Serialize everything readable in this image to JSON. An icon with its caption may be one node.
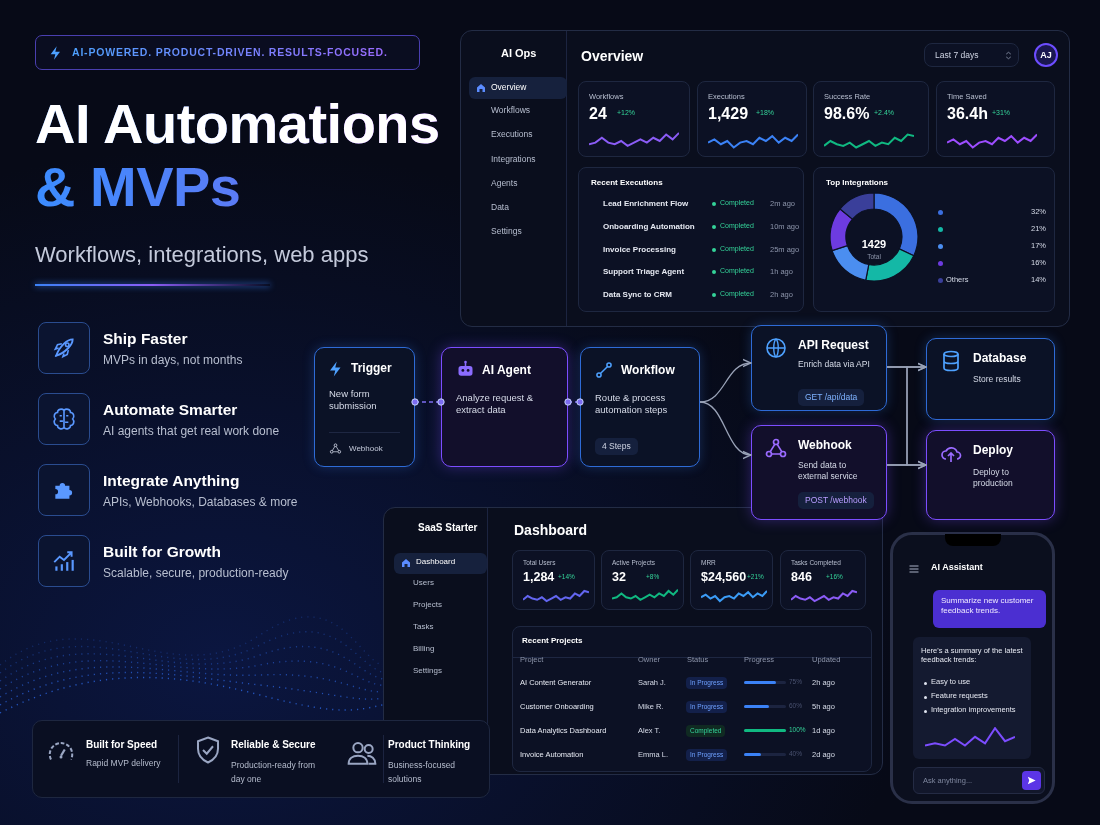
{
  "diagram": {
    "title": "AI Automations & MVPs",
    "nodes": [
      {
        "text": [
          "AI-POWERED. PRODUCT-DRIVEN. RESULTS-FOCUSED."
        ]
      },
      {
        "text": [
          "AI Ops",
          "Overview"
        ]
      },
      {
        "text": [
          "Overview"
        ],
        "in": 1
      },
      {
        "text": [
          "Last 7 days"
        ],
        "in": 1
      },
      {
        "text": [
          "AJ"
        ],
        "in": 1
      },
      {
        "text": [
          "Workflows",
          "24",
          "+12%"
        ],
        "in": 1
      },
      {
        "text": [
          "Executions",
          "1,429",
          "+18%"
        ],
        "in": 1
      },
      {
        "text": [
          "Success Rate",
          "98.6%",
          "+2.4%"
        ],
        "in": 1
      },
      {
        "text": [
          "Time Saved",
          "36.4h",
          "+31%"
        ],
        "in": 1
      },
      {
        "text": [
          "Recent Executions"
        ],
        "in": 1
      },
      {
        "text": [
          "Top Integrations"
        ],
        "in": 1
      },
      {
        "text": [
          "Trigger",
          "New form submission",
          "Webhook"
        ]
      },
      {
        "text": [
          "AI Agent",
          "Analyze request & extract data"
        ]
      },
      {
        "text": [
          "Workflow",
          "Route & process automation steps",
          "4 Steps"
        ]
      },
      {
        "text": [
          "API Request",
          "Enrich data via API",
          "GET /api/data"
        ]
      },
      {
        "text": [
          "Webhook",
          "Send data to external service",
          "POST /webhook"
        ]
      },
      {
        "text": [
          "Database",
          "Store results"
        ]
      },
      {
        "text": [
          "Deploy",
          "Deploy to production"
        ]
      },
      {
        "text": [
          "SaaS Starter",
          "Dashboard"
        ]
      },
      {
        "text": [
          "Dashboard"
        ],
        "in": 18
      },
      {
        "text": [
          "Total Users",
          "1,284",
          "+14%"
        ],
        "in": 18
      },
      {
        "text": [
          "Active Projects",
          "32",
          "+8%"
        ],
        "in": 18
      },
      {
        "text": [
          "MRR",
          "$24,560",
          "+21%"
        ],
        "in": 18
      },
      {
        "text": [
          "Tasks Completed",
          "846",
          "+16%"
        ],
        "in": 18
      },
      {
        "text": [
          "Recent Projects"
        ],
        "in": 18
      },
      {
        "text": [
          "AI Assistant"
        ]
      },
      {
        "text": [
          "Summarize new customer feedback trends."
        ],
        "in": 25
      },
      {
        "text": [
          "Here's a summary of the latest feedback trends:",
          "Easy to use",
          "Feature requests",
          "Integration improvements"
        ],
        "in": 25
      },
      {
        "text": [
          "Ask anything..."
        ],
        "in": 25
      },
      {
        "text": [
          "Built for Speed",
          "Rapid MVP delivery",
          "Reliable & Secure",
          "Production-ready from day one",
          "Product Thinking",
          "Business-focused solutions"
        ]
      }
    ],
    "edges": [
      {
        "from": 11,
        "to": 12,
        "arrow": "other",
        "style": "dashed",
        "color": "#7c6cf0"
      },
      {
        "from": 12,
        "to": 13,
        "arrow": "other",
        "style": "dashed",
        "color": "#7c6cf0"
      },
      {
        "from": 13,
        "to": 14,
        "arrow": "to"
      },
      {
        "from": 13,
        "to": 15,
        "arrow": "to"
      },
      {
        "from": 14,
        "to": 16,
        "arrow": "to"
      },
      {
        "from": 14,
        "to": 17,
        "arrow": "to"
      },
      {
        "from": 15,
        "to": 16,
        "arrow": "to"
      },
      {
        "from": 15,
        "to": 17,
        "arrow": "to"
      }
    ],
    "labels": [
      "Workflows, integrations, web apps",
      "Ship Faster",
      "MVPs in days, not months",
      "Automate Smarter",
      "AI agents that get real work done",
      "Integrate Anything",
      "APIs, Webhooks, Databases & more",
      "Built for Growth",
      "Scalable, secure, production-ready",
      "Workflows",
      "Executions",
      "Integrations",
      "Agents",
      "Data",
      "Settings",
      "Lead Enrichment Flow",
      "Completed",
      "2m ago",
      "Onboarding Automation",
      "Completed",
      "10m ago",
      "Invoice Processing",
      "Completed",
      "25m ago",
      "Support Triage Agent",
      "Completed",
      "1h ago",
      "Data Sync to CRM",
      "Completed",
      "2h ago",
      "1429",
      "Total",
      "32%",
      "21%",
      "17%",
      "16%",
      "Others",
      "14%",
      "Users",
      "Projects",
      "Tasks",
      "Billing",
      "Settings",
      "Project",
      "Owner",
      "Status",
      "Progress",
      "Updated",
      "AI Content Generator",
      "Sarah J.",
      "In Progress",
      "75%",
      "2h ago",
      "Customer Onboarding",
      "Mike R.",
      "In Progress",
      "60%",
      "5h ago",
      "Data Analytics Dashboard",
      "Alex T.",
      "Completed",
      "100%",
      "1d ago",
      "Invoice Automation",
      "Emma L.",
      "In Progress",
      "40%",
      "2d ago"
    ]
  }
}
